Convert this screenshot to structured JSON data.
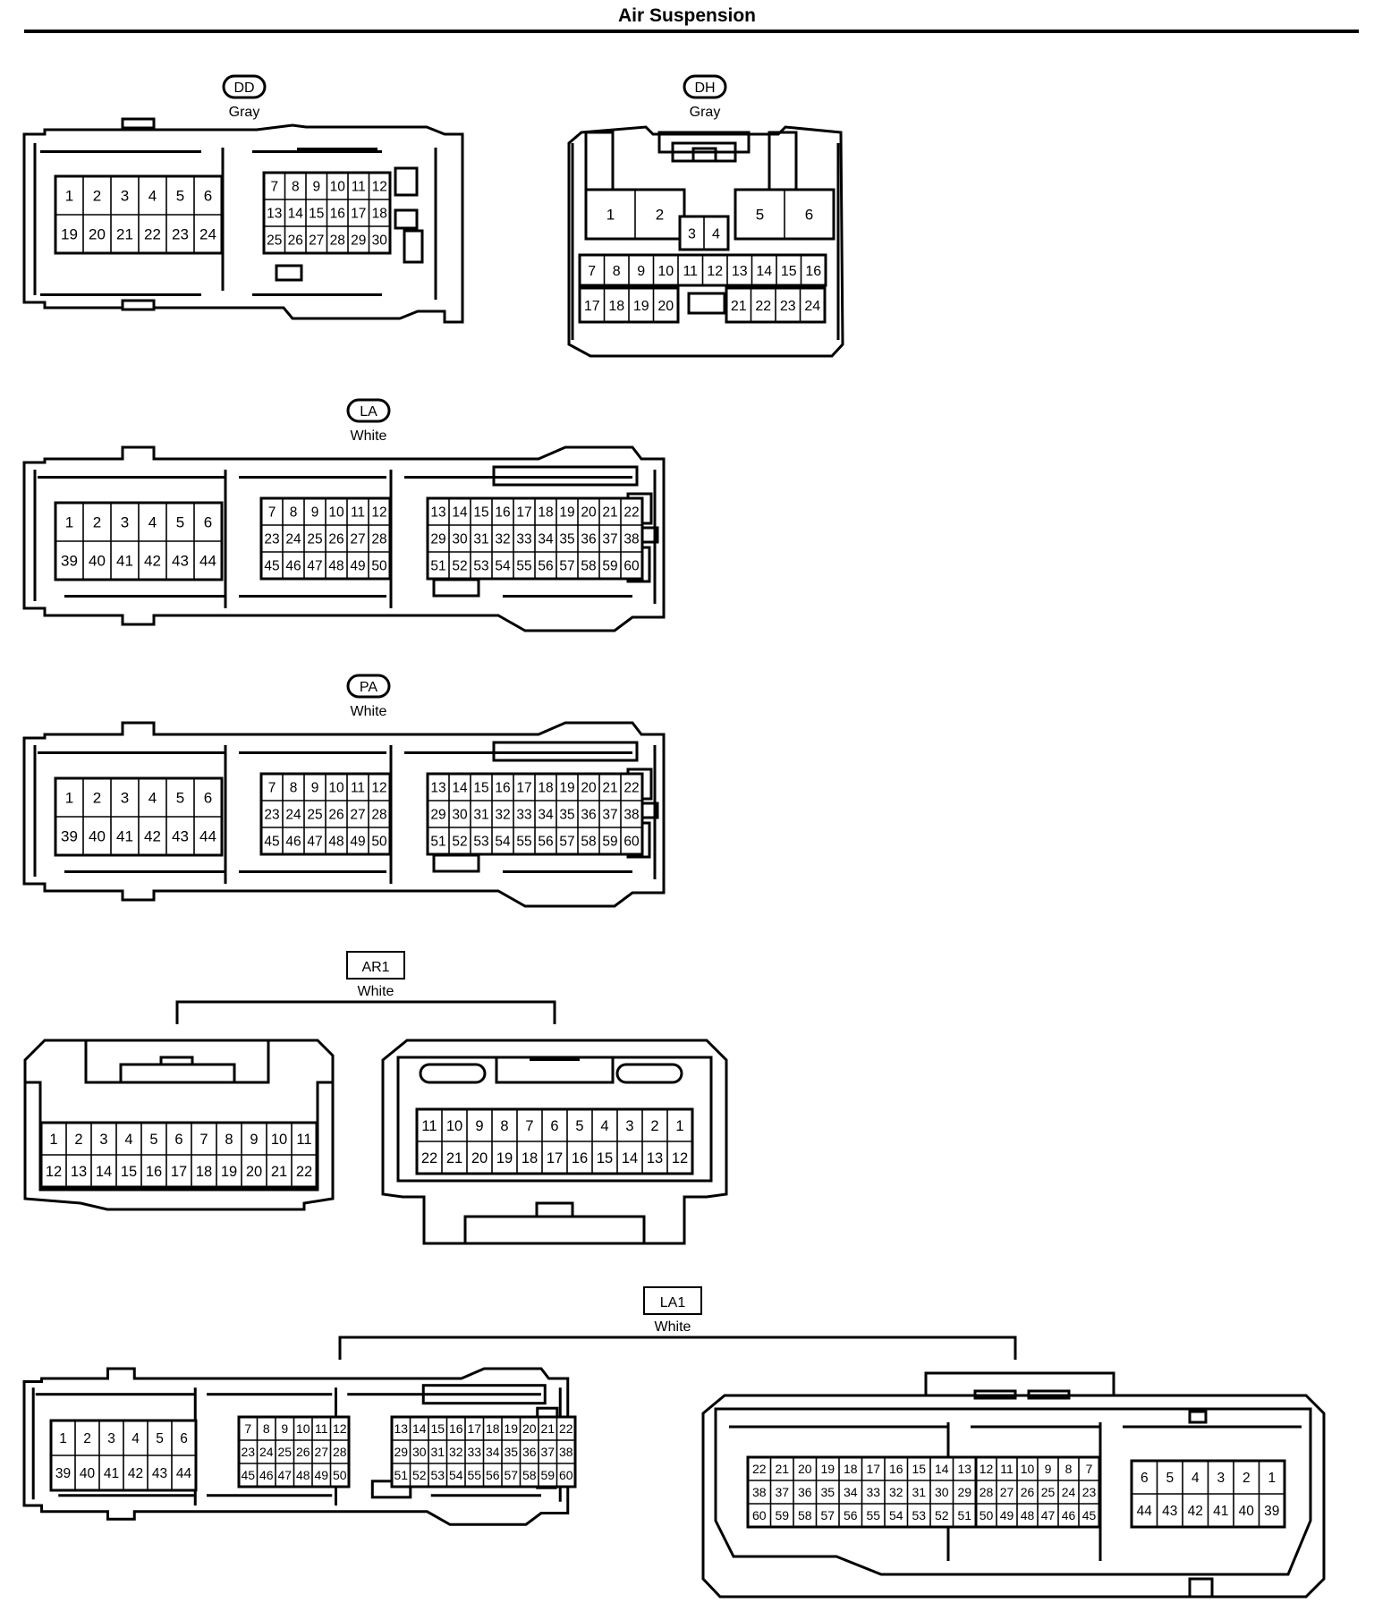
{
  "page": {
    "title": "Air Suspension"
  },
  "connectors": [
    {
      "id": "DD",
      "color": "Gray",
      "label_style": "pill",
      "blocks": [
        {
          "rows": [
            [
              "1",
              "2",
              "3",
              "4",
              "5",
              "6"
            ],
            [
              "19",
              "20",
              "21",
              "22",
              "23",
              "24"
            ]
          ]
        },
        {
          "rows": [
            [
              "7",
              "8",
              "9",
              "10",
              "11",
              "12"
            ],
            [
              "13",
              "14",
              "15",
              "16",
              "17",
              "18"
            ],
            [
              "25",
              "26",
              "27",
              "28",
              "29",
              "30"
            ]
          ]
        }
      ]
    },
    {
      "id": "DH",
      "color": "Gray",
      "label_style": "pill",
      "blocks": [
        {
          "rows": [
            [
              "1",
              "2"
            ]
          ]
        },
        {
          "rows": [
            [
              "3",
              "4"
            ]
          ]
        },
        {
          "rows": [
            [
              "5",
              "6"
            ]
          ]
        },
        {
          "rows": [
            [
              "7",
              "8",
              "9",
              "10",
              "11",
              "12",
              "13",
              "14",
              "15",
              "16"
            ]
          ]
        },
        {
          "rows": [
            [
              "17",
              "18",
              "19",
              "20"
            ]
          ]
        },
        {
          "rows": [
            [
              "21",
              "22",
              "23",
              "24"
            ]
          ]
        }
      ]
    },
    {
      "id": "LA",
      "color": "White",
      "label_style": "pill",
      "blocks": [
        {
          "rows": [
            [
              "1",
              "2",
              "3",
              "4",
              "5",
              "6"
            ],
            [
              "39",
              "40",
              "41",
              "42",
              "43",
              "44"
            ]
          ]
        },
        {
          "rows": [
            [
              "7",
              "8",
              "9",
              "10",
              "11",
              "12"
            ],
            [
              "23",
              "24",
              "25",
              "26",
              "27",
              "28"
            ],
            [
              "45",
              "46",
              "47",
              "48",
              "49",
              "50"
            ]
          ]
        },
        {
          "rows": [
            [
              "13",
              "14",
              "15",
              "16",
              "17",
              "18",
              "19",
              "20",
              "21",
              "22"
            ],
            [
              "29",
              "30",
              "31",
              "32",
              "33",
              "34",
              "35",
              "36",
              "37",
              "38"
            ],
            [
              "51",
              "52",
              "53",
              "54",
              "55",
              "56",
              "57",
              "58",
              "59",
              "60"
            ]
          ]
        }
      ]
    },
    {
      "id": "PA",
      "color": "White",
      "label_style": "pill",
      "blocks": [
        {
          "rows": [
            [
              "1",
              "2",
              "3",
              "4",
              "5",
              "6"
            ],
            [
              "39",
              "40",
              "41",
              "42",
              "43",
              "44"
            ]
          ]
        },
        {
          "rows": [
            [
              "7",
              "8",
              "9",
              "10",
              "11",
              "12"
            ],
            [
              "23",
              "24",
              "25",
              "26",
              "27",
              "28"
            ],
            [
              "45",
              "46",
              "47",
              "48",
              "49",
              "50"
            ]
          ]
        },
        {
          "rows": [
            [
              "13",
              "14",
              "15",
              "16",
              "17",
              "18",
              "19",
              "20",
              "21",
              "22"
            ],
            [
              "29",
              "30",
              "31",
              "32",
              "33",
              "34",
              "35",
              "36",
              "37",
              "38"
            ],
            [
              "51",
              "52",
              "53",
              "54",
              "55",
              "56",
              "57",
              "58",
              "59",
              "60"
            ]
          ]
        }
      ]
    },
    {
      "id": "AR1",
      "color": "White",
      "label_style": "box",
      "halves": [
        {
          "rows": [
            [
              "1",
              "2",
              "3",
              "4",
              "5",
              "6",
              "7",
              "8",
              "9",
              "10",
              "11"
            ],
            [
              "12",
              "13",
              "14",
              "15",
              "16",
              "17",
              "18",
              "19",
              "20",
              "21",
              "22"
            ]
          ]
        },
        {
          "rows": [
            [
              "11",
              "10",
              "9",
              "8",
              "7",
              "6",
              "5",
              "4",
              "3",
              "2",
              "1"
            ],
            [
              "22",
              "21",
              "20",
              "19",
              "18",
              "17",
              "16",
              "15",
              "14",
              "13",
              "12"
            ]
          ]
        }
      ]
    },
    {
      "id": "LA1",
      "color": "White",
      "label_style": "box",
      "halves": [
        {
          "blocks": [
            {
              "rows": [
                [
                  "1",
                  "2",
                  "3",
                  "4",
                  "5",
                  "6"
                ],
                [
                  "39",
                  "40",
                  "41",
                  "42",
                  "43",
                  "44"
                ]
              ]
            },
            {
              "rows": [
                [
                  "7",
                  "8",
                  "9",
                  "10",
                  "11",
                  "12"
                ],
                [
                  "23",
                  "24",
                  "25",
                  "26",
                  "27",
                  "28"
                ],
                [
                  "45",
                  "46",
                  "47",
                  "48",
                  "49",
                  "50"
                ]
              ]
            },
            {
              "rows": [
                [
                  "13",
                  "14",
                  "15",
                  "16",
                  "17",
                  "18",
                  "19",
                  "20",
                  "21",
                  "22"
                ],
                [
                  "29",
                  "30",
                  "31",
                  "32",
                  "33",
                  "34",
                  "35",
                  "36",
                  "37",
                  "38"
                ],
                [
                  "51",
                  "52",
                  "53",
                  "54",
                  "55",
                  "56",
                  "57",
                  "58",
                  "59",
                  "60"
                ]
              ]
            }
          ]
        },
        {
          "blocks": [
            {
              "rows": [
                [
                  "22",
                  "21",
                  "20",
                  "19",
                  "18",
                  "17",
                  "16",
                  "15",
                  "14",
                  "13"
                ],
                [
                  "38",
                  "37",
                  "36",
                  "35",
                  "34",
                  "33",
                  "32",
                  "31",
                  "30",
                  "29"
                ],
                [
                  "60",
                  "59",
                  "58",
                  "57",
                  "56",
                  "55",
                  "54",
                  "53",
                  "52",
                  "51"
                ]
              ]
            },
            {
              "rows": [
                [
                  "12",
                  "11",
                  "10",
                  "9",
                  "8",
                  "7"
                ],
                [
                  "28",
                  "27",
                  "26",
                  "25",
                  "24",
                  "23"
                ],
                [
                  "50",
                  "49",
                  "48",
                  "47",
                  "46",
                  "45"
                ]
              ]
            },
            {
              "rows": [
                [
                  "6",
                  "5",
                  "4",
                  "3",
                  "2",
                  "1"
                ],
                [
                  "44",
                  "43",
                  "42",
                  "41",
                  "40",
                  "39"
                ]
              ]
            }
          ]
        }
      ]
    }
  ]
}
